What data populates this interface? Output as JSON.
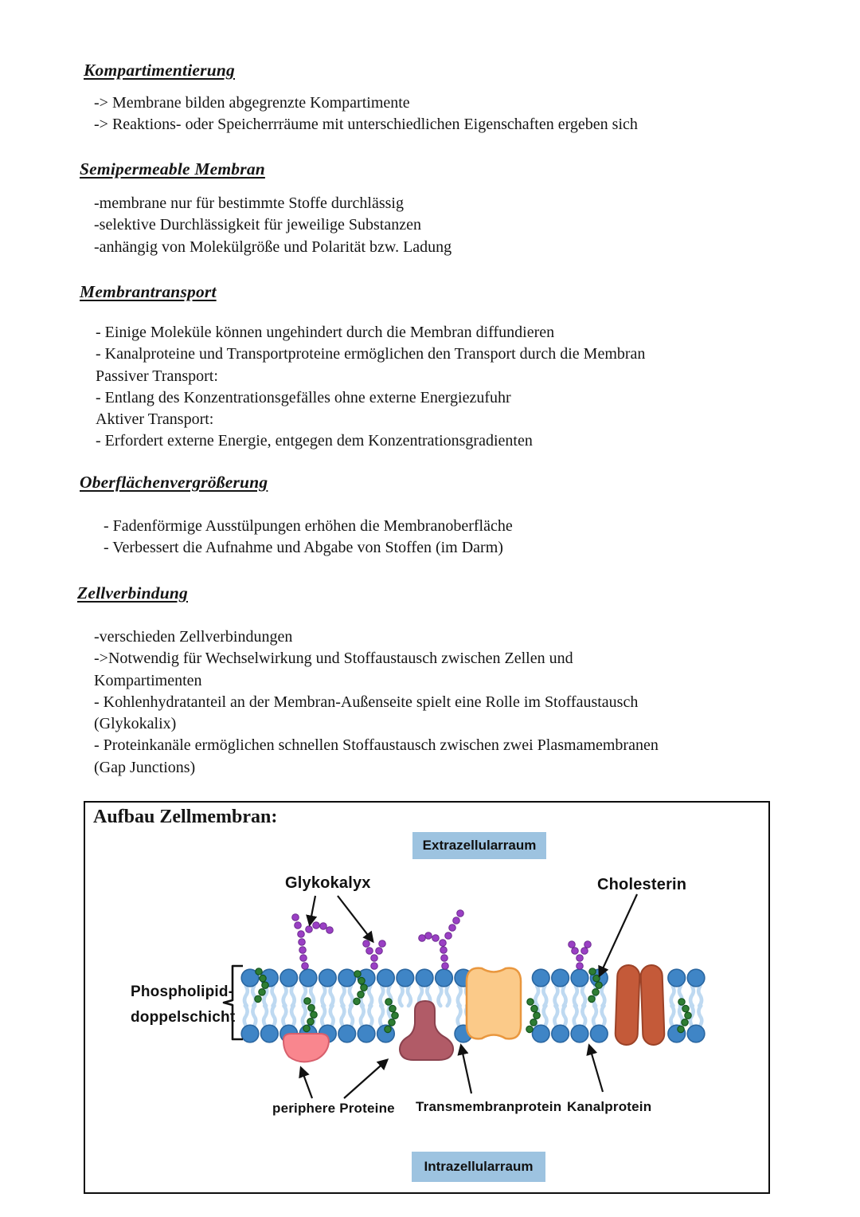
{
  "sections": [
    {
      "heading": "Kompartimentierung",
      "lines": [
        "-> Membrane bilden abgegrenzte Kompartimente",
        "-> Reaktions- oder Speicherrräume mit unterschiedlichen Eigenschaften ergeben sich"
      ]
    },
    {
      "heading": "Semipermeable Membran",
      "lines": [
        "-membrane nur für bestimmte Stoffe durchlässig",
        "-selektive Durchlässigkeit für jeweilige Substanzen",
        "-anhängig von Molekülgröße und Polarität bzw. Ladung"
      ]
    },
    {
      "heading": "Membrantransport",
      "lines": [
        "- Einige Moleküle können ungehindert durch die Membran diffundieren",
        "- Kanalproteine und Transportproteine ermöglichen den Transport durch die Membran",
        "Passiver Transport:",
        "- Entlang des Konzentrationsgefälles ohne externe Energiezufuhr",
        "Aktiver Transport:",
        "- Erfordert externe Energie, entgegen dem Konzentrationsgradienten"
      ]
    },
    {
      "heading": "Oberflächenvergrößerung",
      "lines": [
        "- Fadenförmige Ausstülpungen erhöhen die Membranoberfläche",
        "- Verbessert die Aufnahme und Abgabe von Stoffen (im Darm)"
      ]
    },
    {
      "heading": "Zellverbindung",
      "lines": [
        "-verschieden Zellverbindungen",
        "->Notwendig für Wechselwirkung und Stoffaustausch zwischen Zellen und",
        "Kompartimenten",
        "- Kohlenhydratanteil an der Membran-Außenseite spielt eine Rolle im Stoffaustausch",
        "(Glykokalix)",
        "- Proteinkanäle ermöglichen schnellen Stoffaustausch zwischen zwei Plasmamembranen",
        "(Gap Junctions)"
      ]
    }
  ],
  "diagram": {
    "title": "Aufbau Zellmembran:",
    "labels": {
      "extracellular": "Extrazellularraum",
      "intracellular": "Intrazellularraum",
      "glycocalyx": "Glykokalyx",
      "cholesterol": "Cholesterin",
      "phospholipid_line1": "Phospholipid-",
      "phospholipid_line2": "doppelschicht",
      "peripheral": "periphere Proteine",
      "transmembrane": "Transmembranprotein",
      "channel": "Kanalprotein"
    },
    "colors": {
      "space_label_bg": "#9dc3e0",
      "head_fill": "#3f85c6",
      "head_stroke": "#2a66a0",
      "tail": "#bed9f1",
      "cholesterol_fill": "#2e7d33",
      "cholesterol_stroke": "#14541d",
      "glycocalyx_fill": "#9a3fc4",
      "glycocalyx_stroke": "#6e2c91",
      "peripheral_fill": "#f9868e",
      "peripheral_stroke": "#d75f6c",
      "dome_fill": "#b15b67",
      "dome_stroke": "#8a424e",
      "transmembrane_fill": "#fbca89",
      "transmembrane_stroke": "#e9973e",
      "channel_fill": "#c45a39",
      "channel_stroke": "#9c4227",
      "ink": "#111111"
    }
  }
}
